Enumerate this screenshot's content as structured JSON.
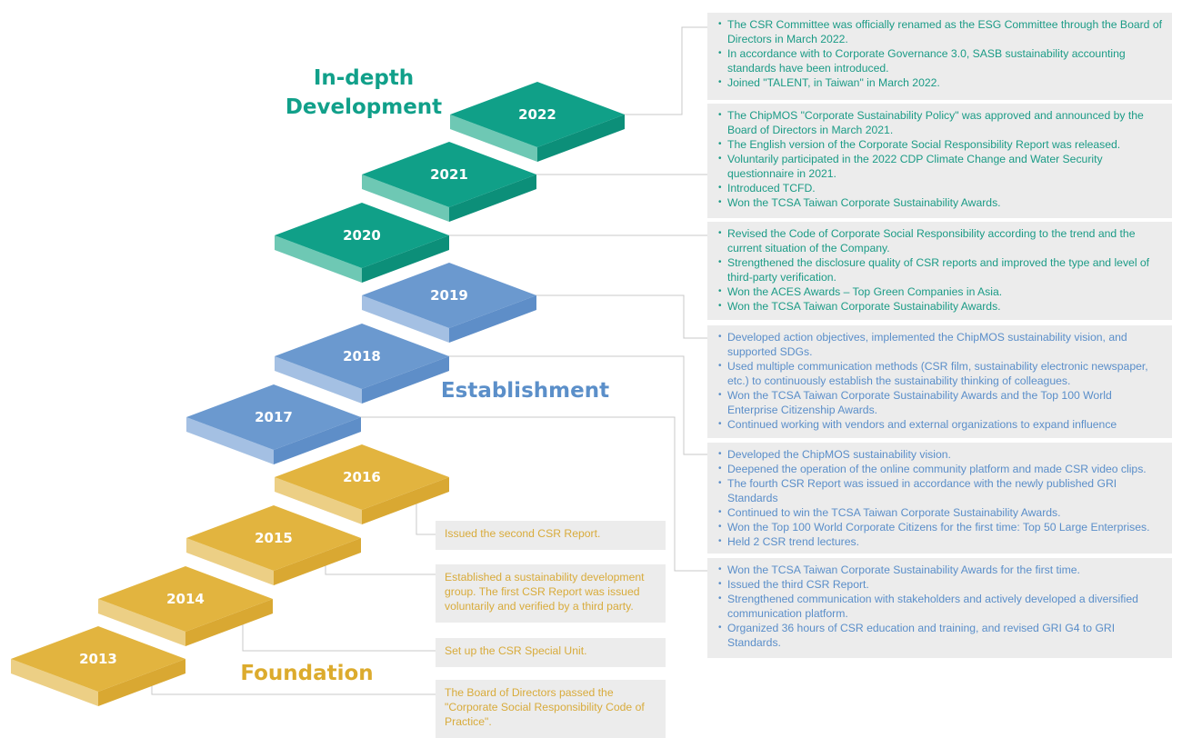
{
  "phases": {
    "indepth": {
      "line1": "In-depth",
      "line2": "Development",
      "color": "#11a08a"
    },
    "establishment": {
      "label": "Establishment",
      "color": "#5b8fc9"
    },
    "foundation": {
      "label": "Foundation",
      "color": "#dcab2d"
    }
  },
  "years": [
    "2013",
    "2014",
    "2015",
    "2016",
    "2017",
    "2018",
    "2019",
    "2020",
    "2021",
    "2022"
  ],
  "step_colors": {
    "gold": {
      "top": "#e2b43f",
      "front": "#eccf85",
      "side": "#d9a832"
    },
    "blue": {
      "top": "#6b99cf",
      "front": "#a4c0e3",
      "side": "#5e8ec8"
    },
    "green": {
      "top": "#10a088",
      "front": "#6ec8b4",
      "side": "#0c8f79"
    }
  },
  "milestones": [
    {
      "year": "2022",
      "items": [
        "The CSR Committee was officially renamed as the ESG Committee through the Board of Directors in March 2022.",
        "In accordance with to Corporate Governance 3.0, SASB sustainability accounting standards have been introduced.",
        "Joined \"TALENT, in Taiwan\" in March 2022."
      ]
    },
    {
      "year": "2021",
      "items": [
        "The ChipMOS \"Corporate Sustainability Policy\" was approved and announced by the Board of Directors in March 2021.",
        "The English version of the Corporate Social Responsibility Report was released.",
        "Voluntarily participated in the 2022 CDP Climate Change and Water Security questionnaire in 2021.",
        "Introduced TCFD.",
        "Won the TCSA Taiwan Corporate Sustainability Awards."
      ]
    },
    {
      "year": "2020",
      "items": [
        "Revised the Code of Corporate Social Responsibility according to the trend and the current situation of the Company.",
        "Strengthened the disclosure quality of CSR reports and improved the type and level of third-party verification.",
        "Won the ACES Awards – Top Green Companies in Asia.",
        "Won the TCSA Taiwan Corporate Sustainability Awards."
      ]
    },
    {
      "year": "2019",
      "items": [
        "Developed action objectives, implemented the ChipMOS sustainability vision, and supported SDGs.",
        "Used multiple communication methods (CSR film, sustainability electronic newspaper, etc.) to continuously establish the sustainability thinking of colleagues.",
        "Won the TCSA Taiwan Corporate Sustainability Awards and the Top 100 World Enterprise Citizenship Awards.",
        "Continued working with vendors and external organizations to expand influence"
      ]
    },
    {
      "year": "2018",
      "items": [
        "Developed the ChipMOS sustainability vision.",
        "Deepened the operation of the online community platform and made CSR video clips.",
        "The fourth CSR Report was issued in accordance with the newly published GRI Standards",
        "Continued to win the TCSA Taiwan Corporate Sustainability Awards.",
        "Won the Top 100 World Corporate Citizens for the first time: Top 50 Large Enterprises.",
        "Held 2 CSR trend lectures."
      ]
    },
    {
      "year": "2017",
      "items": [
        "Won the TCSA Taiwan Corporate Sustainability Awards for the first time.",
        "Issued the third CSR Report.",
        "Strengthened communication with stakeholders and actively developed a diversified communication platform.",
        "Organized 36 hours of CSR education and training, and revised GRI G4 to GRI Standards."
      ]
    },
    {
      "year": "2016",
      "items": [
        "Issued the second CSR Report."
      ]
    },
    {
      "year": "2015",
      "items": [
        "Established a sustainability development group. The first CSR Report was issued voluntarily and verified by a third party."
      ]
    },
    {
      "year": "2014",
      "items": [
        "Set up the CSR Special Unit."
      ]
    },
    {
      "year": "2013",
      "items": [
        "The Board of Directors passed the \"Corporate Social Responsibility Code of Practice\"."
      ]
    }
  ]
}
